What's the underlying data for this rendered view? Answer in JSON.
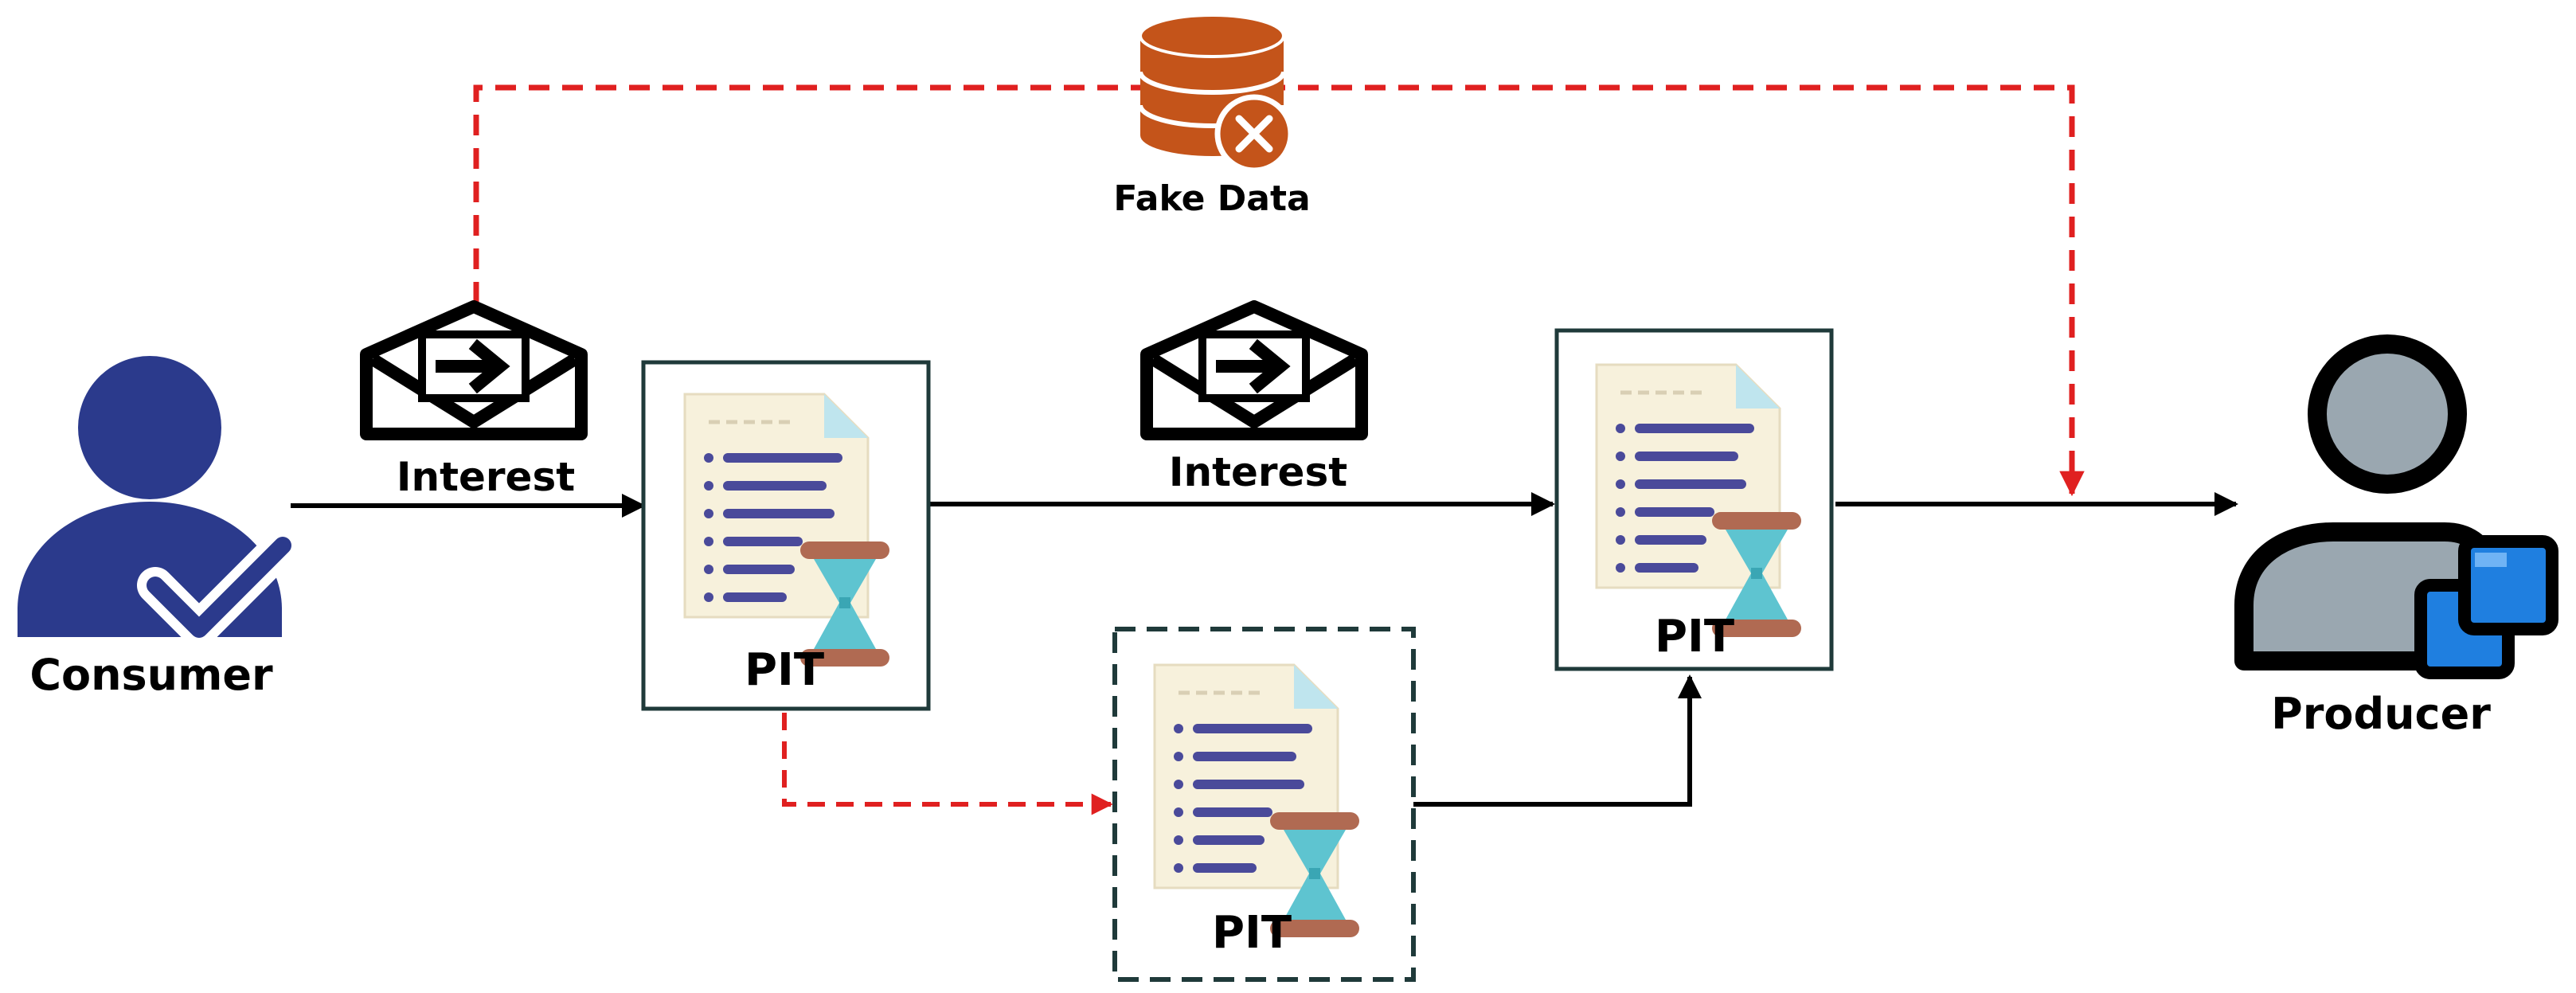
{
  "labels": {
    "consumer": "Consumer",
    "producer": "Producer",
    "interest_1": "Interest",
    "interest_2": "Interest",
    "pit_1": "PIT",
    "pit_2": "PIT",
    "pit_3": "PIT",
    "fake_data": "Fake Data"
  },
  "icons": {
    "consumer": "verified-user-icon",
    "producer": "user-with-copy-icon",
    "interest": "open-envelope-arrow-icon",
    "pit": "document-hourglass-icon",
    "fake_data": "database-x-icon"
  },
  "colors": {
    "consumer_blue": "#2b3a8c",
    "attack_red": "#e02020",
    "flow_black": "#000000",
    "database_orange": "#c4541a",
    "producer_gray": "#9aa7b0",
    "producer_blue": "#1f7fe0",
    "pit_box_border": "#1f3a3a",
    "hourglass_brown": "#b06a52",
    "hourglass_teal": "#5ec4d0",
    "doc_lines": "#4a4a9a"
  }
}
